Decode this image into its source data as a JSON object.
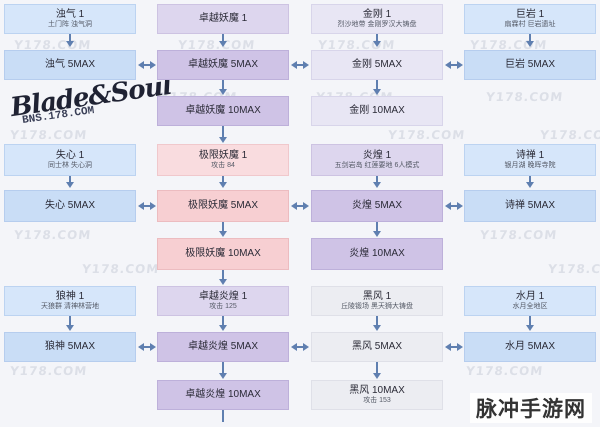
{
  "watermark": "Y178.COM",
  "brand_label": "脉冲手游网",
  "logo": {
    "title": "Blade&Soul",
    "subtitle": "BNS.178.COM"
  },
  "col1": {
    "r1": {
      "title": "浊气 1",
      "sub": "土门阵 浊气洞"
    },
    "r2": {
      "title": "浊气 5MAX"
    },
    "r3": {
      "title": "失心 1",
      "sub": "同士林 失心洞"
    },
    "r4": {
      "title": "失心 5MAX"
    },
    "r5": {
      "title": "狼神 1",
      "sub": "天狼群 清神林营地"
    },
    "r6": {
      "title": "狼神 5MAX"
    }
  },
  "col2": {
    "r1": {
      "title": "卓越妖魔 1"
    },
    "r2": {
      "title": "卓越妖魔 5MAX"
    },
    "r3": {
      "title": "卓越妖魔 10MAX"
    },
    "r4": {
      "title": "极限妖魔 1",
      "sub": "攻击 84"
    },
    "r5": {
      "title": "极限妖魔 5MAX"
    },
    "r6": {
      "title": "极限妖魔 10MAX"
    },
    "r7": {
      "title": "卓越炎煌 1",
      "sub": "攻击 125"
    },
    "r8": {
      "title": "卓越炎煌 5MAX"
    },
    "r9": {
      "title": "卓越炎煌 10MAX"
    }
  },
  "col3": {
    "r1": {
      "title": "金刚 1",
      "sub": "烈沙地带 金刚罗汉大铸盘"
    },
    "r2": {
      "title": "金刚 5MAX"
    },
    "r3": {
      "title": "金刚 10MAX"
    },
    "r4": {
      "title": "炎煌 1",
      "sub": "五剑岩岛 红莲要地 6人模式"
    },
    "r5": {
      "title": "炎煌 5MAX"
    },
    "r6": {
      "title": "炎煌 10MAX"
    },
    "r7": {
      "title": "黑风 1",
      "sub": "丘陵锻场 黑天狮大铸盘"
    },
    "r8": {
      "title": "黑风 5MAX"
    },
    "r9": {
      "title": "黑风 10MAX",
      "sub": "攻击 153"
    }
  },
  "col4": {
    "r1": {
      "title": "巨岩 1",
      "sub": "扇霖村 巨岩遗址"
    },
    "r2": {
      "title": "巨岩 5MAX"
    },
    "r3": {
      "title": "诗禅 1",
      "sub": "银月湖 晚晖寺院"
    },
    "r4": {
      "title": "诗禅 5MAX"
    },
    "r5": {
      "title": "水月 1",
      "sub": "水月全地区"
    },
    "r6": {
      "title": "水月 5MAX"
    }
  }
}
